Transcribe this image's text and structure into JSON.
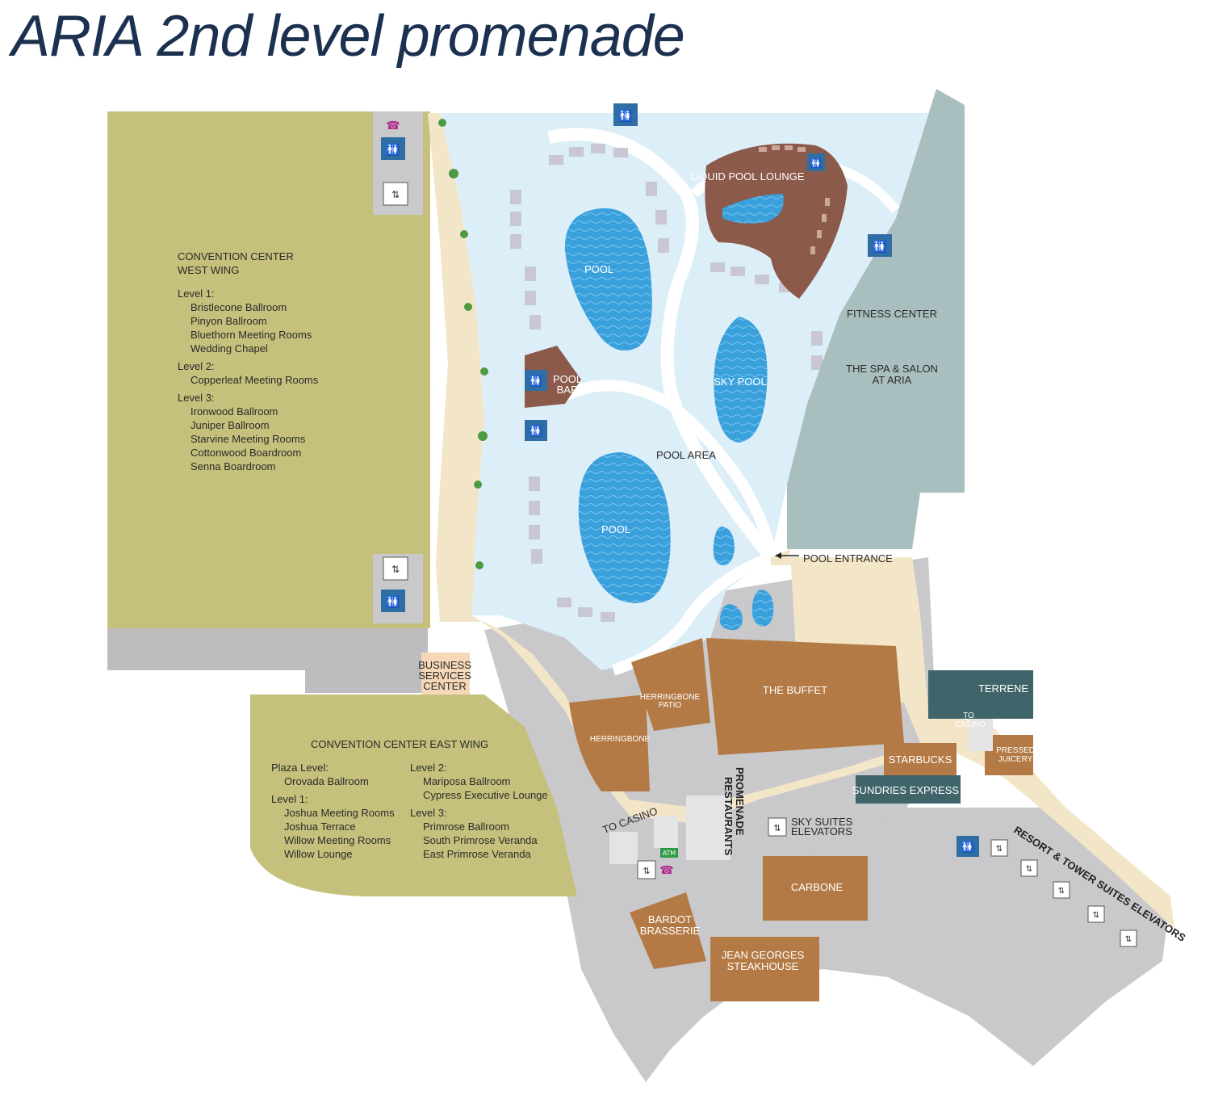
{
  "title": "ARIA 2nd level promenade",
  "colors": {
    "convention": "#c5c17c",
    "pool_area": "#dceef8",
    "pool_water": "#3aa0dc",
    "walkway": "#f3e6c8",
    "restaurant": "#b47a45",
    "lounge": "#8b5a4a",
    "fitness": "#a9bfbf",
    "terrene": "#3f6469",
    "building": "#c9c9cc",
    "restroom": "#2f6ea5"
  },
  "west_wing": {
    "title_line1": "CONVENTION CENTER",
    "title_line2": "WEST WING",
    "levels": [
      {
        "label": "Level 1:",
        "rooms": [
          "Bristlecone Ballroom",
          "Pinyon Ballroom",
          "Bluethorn Meeting Rooms",
          "Wedding Chapel"
        ]
      },
      {
        "label": "Level 2:",
        "rooms": [
          "Copperleaf Meeting Rooms"
        ]
      },
      {
        "label": "Level 3:",
        "rooms": [
          "Ironwood Ballroom",
          "Juniper Ballroom",
          "Starvine Meeting Rooms",
          "Cottonwood Boardroom",
          "Senna Boardroom"
        ]
      }
    ]
  },
  "east_wing": {
    "title": "CONVENTION CENTER EAST WING",
    "col1": [
      {
        "label": "Plaza Level:",
        "rooms": [
          "Orovada Ballroom"
        ]
      },
      {
        "label": "Level 1:",
        "rooms": [
          "Joshua Meeting Rooms",
          "Joshua Terrace",
          "Willow Meeting Rooms",
          "Willow Lounge"
        ]
      }
    ],
    "col2": [
      {
        "label": "Level 2:",
        "rooms": [
          "Mariposa Ballroom",
          "Cypress Executive Lounge"
        ]
      },
      {
        "label": "Level 3:",
        "rooms": [
          "Primrose Ballroom",
          "South Primrose Veranda",
          "East Primrose Veranda"
        ]
      }
    ]
  },
  "labels": {
    "pool_1": "POOL",
    "pool_2": "POOL",
    "sky_pool": "SKY POOL",
    "pool_area": "POOL AREA",
    "pool_bar_1": "POOL",
    "pool_bar_2": "BAR",
    "liquid_pool_lounge": "LIQUID POOL LOUNGE",
    "fitness_center": "FITNESS CENTER",
    "spa_1": "THE SPA & SALON",
    "spa_2": "AT ARIA",
    "pool_entrance": "POOL ENTRANCE",
    "business_1": "BUSINESS",
    "business_2": "SERVICES",
    "business_3": "CENTER",
    "herringbone_patio_1": "HERRINGBONE",
    "herringbone_patio_2": "PATIO",
    "herringbone": "HERRINGBONE",
    "the_buffet": "THE BUFFET",
    "terrene": "TERRENE",
    "to_casino_right_1": "TO",
    "to_casino_right_2": "CASINO",
    "starbucks": "STARBUCKS",
    "pressed_1": "PRESSED",
    "pressed_2": "JUICERY",
    "sundries_express": "SUNDRIES EXPRESS",
    "to_casino_left": "TO CASINO",
    "promenade_1": "PROMENADE",
    "promenade_2": "RESTAURANTS",
    "sky_suites_1": "SKY SUITES",
    "sky_suites_2": "ELEVATORS",
    "atm": "ATM",
    "carbone": "CARBONE",
    "bardot_1": "BARDOT",
    "bardot_2": "BRASSERIE",
    "jean_georges_1": "JEAN GEORGES",
    "jean_georges_2": "STEAKHOUSE",
    "resort_tower": "RESORT & TOWER SUITES ELEVATORS"
  },
  "icons": [
    "restroom-icon",
    "elevator-icon",
    "phone-icon",
    "atm-icon",
    "escalator-icon",
    "palm-tree-icon",
    "arrow-icon"
  ]
}
